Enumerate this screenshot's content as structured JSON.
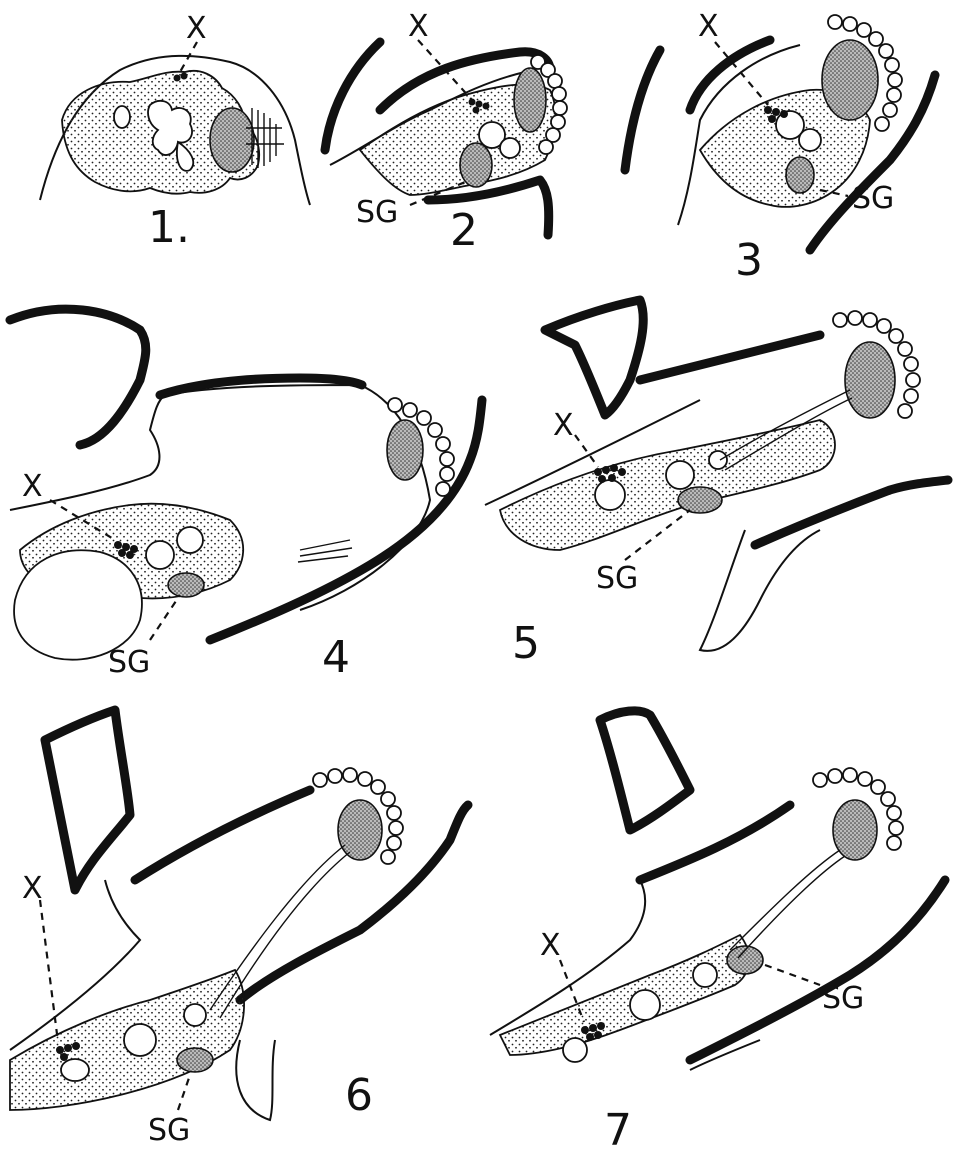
{
  "figures": [
    {
      "number": "1.",
      "labels": [
        "X"
      ]
    },
    {
      "number": "2",
      "labels": [
        "X",
        "SG"
      ]
    },
    {
      "number": "3",
      "labels": [
        "X",
        "SG"
      ]
    },
    {
      "number": "4",
      "labels": [
        "X",
        "SG"
      ]
    },
    {
      "number": "5",
      "labels": [
        "X",
        "SG"
      ]
    },
    {
      "number": "6",
      "labels": [
        "X",
        "SG"
      ]
    },
    {
      "number": "7",
      "labels": [
        "X",
        "SG"
      ]
    }
  ],
  "colors": {
    "ink": "#111111",
    "paper": "#ffffff"
  }
}
